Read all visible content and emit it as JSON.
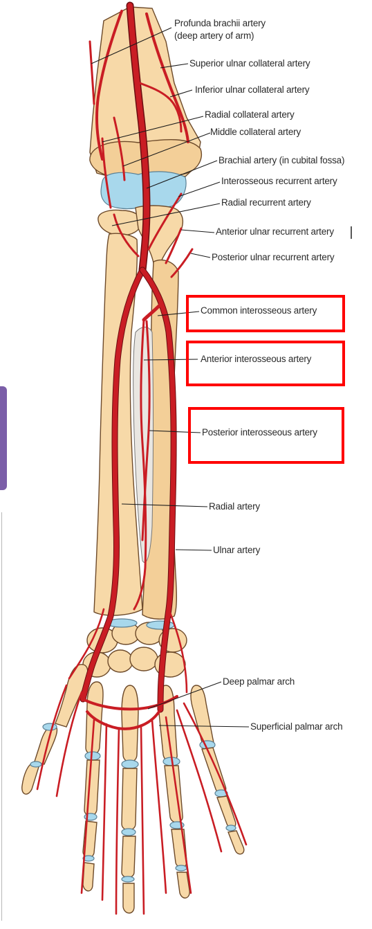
{
  "labels": {
    "profunda_line1": "Profunda brachii artery",
    "profunda_line2": "(deep artery of arm)",
    "superior_ulnar_collateral": "Superior ulnar collateral artery",
    "inferior_ulnar_collateral": "Inferior ulnar collateral artery",
    "radial_collateral": "Radial collateral artery",
    "middle_collateral": "Middle collateral artery",
    "brachial": "Brachial artery (in cubital fossa)",
    "interosseous_recurrent": "Interosseous recurrent artery",
    "radial_recurrent": "Radial recurrent artery",
    "anterior_ulnar_recurrent": "Anterior ulnar recurrent artery",
    "posterior_ulnar_recurrent": "Posterior ulnar recurrent artery",
    "common_interosseous": "Common interosseous artery",
    "anterior_interosseous": "Anterior interosseous artery",
    "posterior_interosseous": "Posterior interosseous artery",
    "radial_artery": "Radial artery",
    "ulnar_artery": "Ulnar artery",
    "deep_palmar_arch": "Deep palmar arch",
    "superficial_palmar_arch": "Superficial palmar arch"
  },
  "colors": {
    "artery": "#c91d24",
    "bone": "#f7d9a8",
    "cartilage": "#a8d8ec",
    "highlight_box": "#ff0000",
    "side_tab": "#7b5ea8"
  },
  "highlighted": [
    "common_interosseous",
    "anterior_interosseous",
    "posterior_interosseous"
  ]
}
